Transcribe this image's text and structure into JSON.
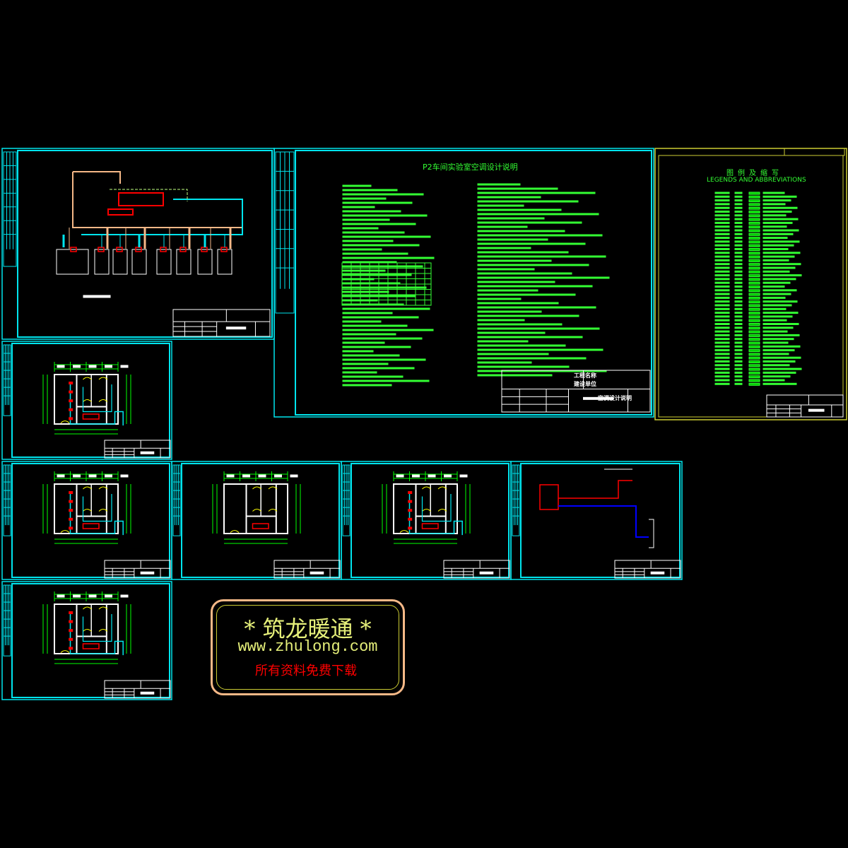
{
  "notes_sheet": {
    "title": "P2车间实验室空调设计说明",
    "title_block": {
      "project_label": "工程名称",
      "client_label": "建设单位",
      "drawing_name": "空调设计说明"
    }
  },
  "legend_sheet": {
    "title_cn": "图例及缩写",
    "title_en": "LEGENDS AND ABBREVIATIONS"
  },
  "watermark": {
    "line1": "* 筑龙暖通 *",
    "line2": "www.zhulong.com",
    "line3": "所有资料免费下载"
  },
  "colors": {
    "frame": "#00e5ee",
    "text": "#33ff33",
    "supply": "#ff0000",
    "pipe": "#f5b887",
    "background": "#000000"
  }
}
